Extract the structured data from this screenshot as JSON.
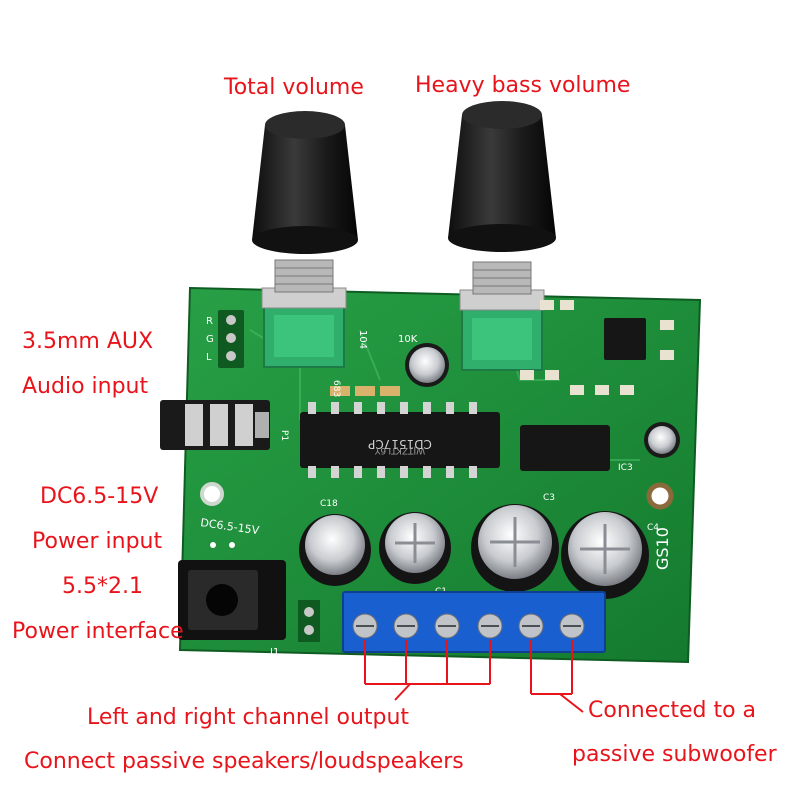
{
  "labels": {
    "total_volume": "Total volume",
    "heavy_bass_volume": "Heavy bass volume",
    "aux_line1": "3.5mm AUX",
    "aux_line2": "Audio input",
    "power_line1": "DC6.5-15V",
    "power_line2": "Power input",
    "power_line3": "5.5*2.1",
    "power_line4": "Power interface",
    "speaker_line1": "Left and right channel output",
    "speaker_line2": "Connect passive speakers/loudspeakers",
    "sub_line1": "Connected to a",
    "sub_line2": "passive subwoofer"
  },
  "board": {
    "chip_main": "CD1517CP",
    "chip_sub": "WJTZKTL6Y",
    "power_marking": "DC6.5-15V",
    "model": "GS10",
    "jack_pins": [
      "R",
      "G",
      "L"
    ],
    "pot_marking": "104",
    "marking_10k": "10K",
    "marking_683": "683",
    "marking_c18": "C18",
    "marking_c1": "C1",
    "marking_c3": "C3",
    "marking_c4": "C4",
    "marking_j1": "J1",
    "marking_p1": "P1",
    "marking_ic3": "IC3"
  },
  "colors": {
    "label_red": "#e8141b",
    "pcb_green": "#1f8a3a",
    "terminal_blue": "#1a5fd0",
    "knob_black": "#1b1b1b",
    "pot_green": "#2fae6c"
  }
}
